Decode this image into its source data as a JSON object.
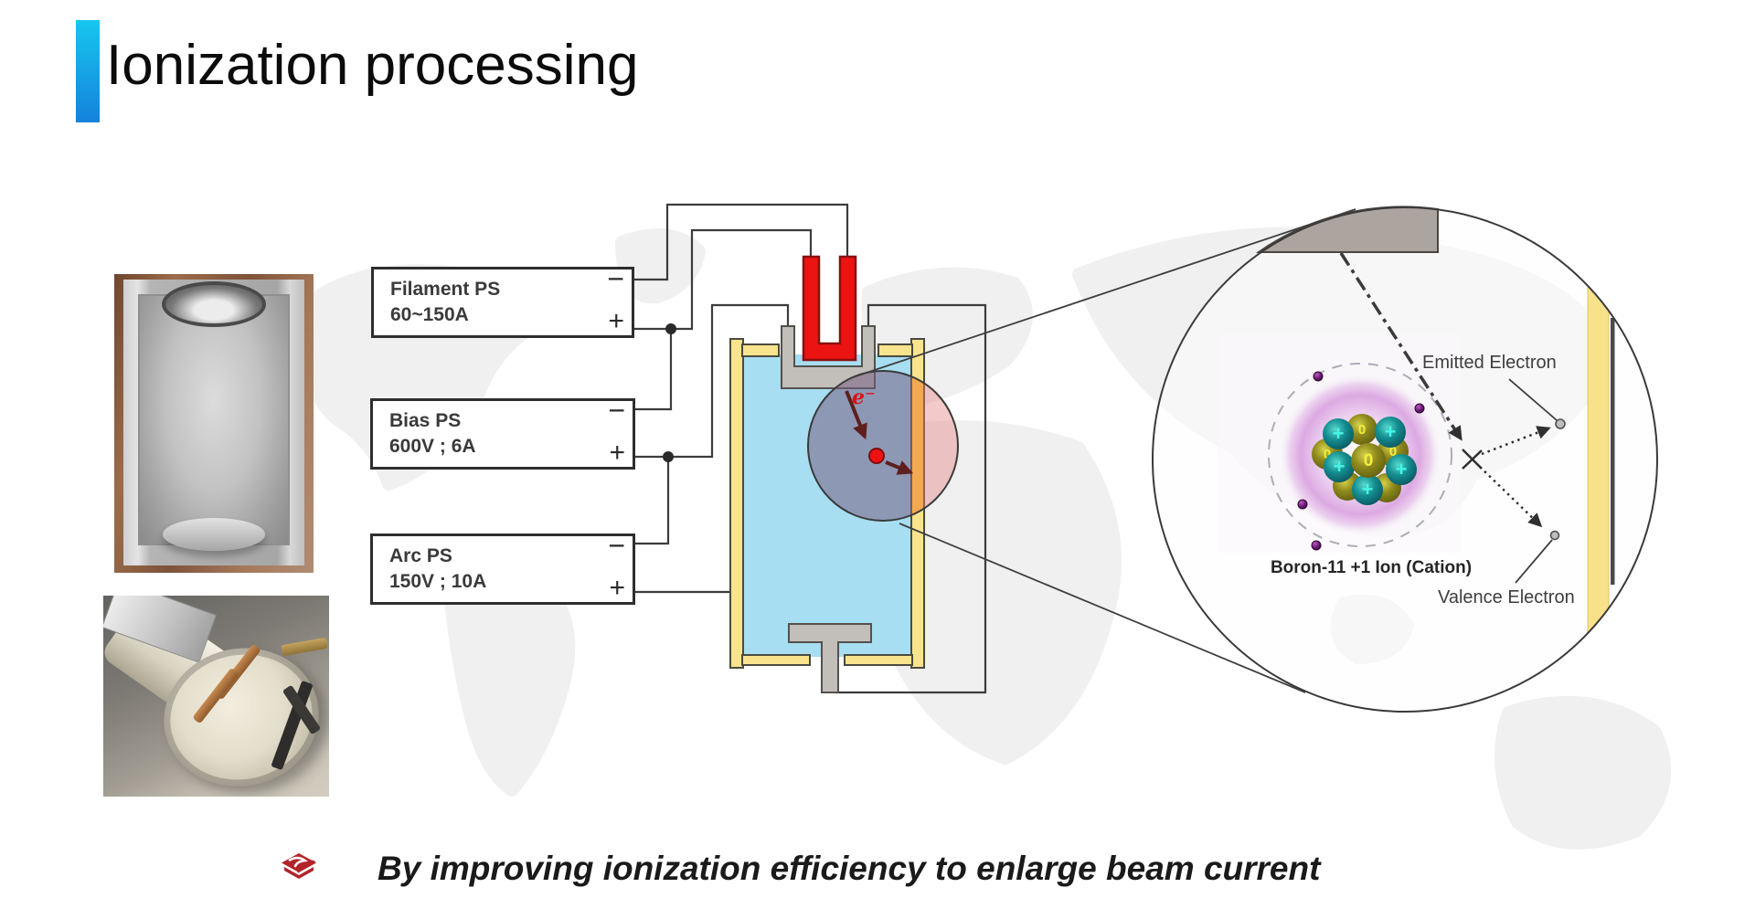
{
  "slide": {
    "title": "Ionization processing",
    "caption": "By improving ionization efficiency to enlarge beam current"
  },
  "power_supplies": [
    {
      "name": "Filament PS",
      "spec": "60~150A",
      "minus": "−",
      "plus": "+"
    },
    {
      "name": "Bias PS",
      "spec": "600V ; 6A",
      "minus": "−",
      "plus": "+"
    },
    {
      "name": "Arc PS",
      "spec": "150V ; 10A",
      "minus": "−",
      "plus": "+"
    }
  ],
  "diagram": {
    "electron_label": "e⁻",
    "emitted_electron_label": "Emitted Electron",
    "valence_electron_label": "Valence Electron",
    "atom_caption": "Boron-11 +1 Ion (Cation)",
    "nucleus_plus": "+",
    "nucleus_zero": "0"
  },
  "colors": {
    "accent-top": "#17C7EE",
    "accent-bottom": "#1482DC",
    "wall-yellow": "#F8E48C",
    "chamber-blue": "#A7DEF2",
    "metal-gray": "#C2BEBA",
    "filament-red": "#EC1313",
    "wire": "#3C3C3C",
    "logo-red": "#B3242A",
    "text-dark": "#1A1A1A"
  }
}
